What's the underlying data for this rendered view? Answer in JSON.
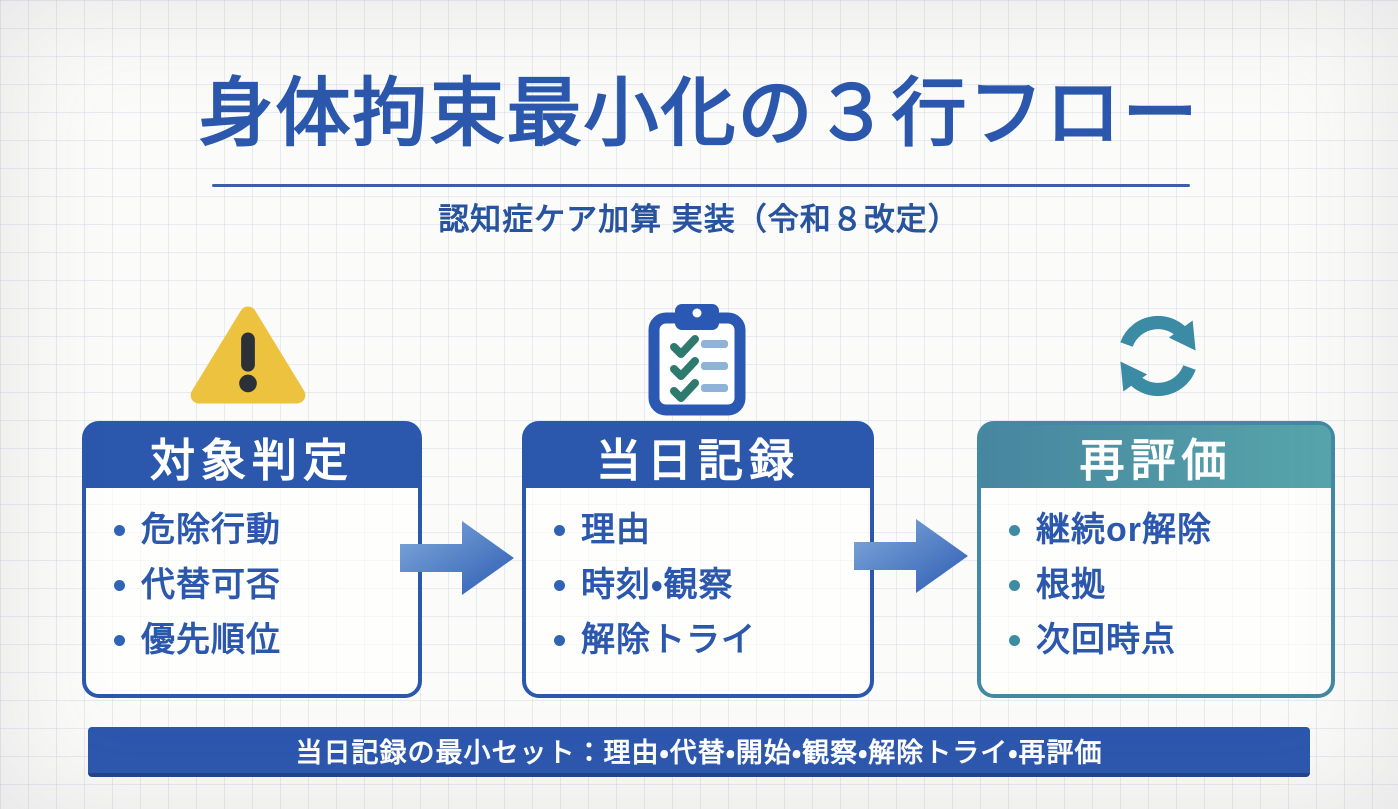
{
  "header": {
    "title": "身体拘束最小化の３行フロー",
    "subtitle": "認知症ケア加算 実装（令和８改定）"
  },
  "cards": [
    {
      "id": "target-judgement",
      "icon": "warning-triangle-icon",
      "header": "対象判定",
      "theme": "blue",
      "bullets": [
        "危除行動",
        "代替可否",
        "優先順位"
      ]
    },
    {
      "id": "same-day-record",
      "icon": "clipboard-checklist-icon",
      "header": "当日記録",
      "theme": "blue",
      "bullets": [
        "理由",
        "時刻・観察",
        "解除トライ"
      ]
    },
    {
      "id": "re-evaluation",
      "icon": "cycle-arrows-icon",
      "header": "再評価",
      "theme": "teal",
      "bullets": [
        "継続or解除",
        "根拠",
        "次回時点"
      ]
    }
  ],
  "footer": {
    "text": "当日記録の最小セット：理由・代替・開始・観察・解除トライ・再評価"
  },
  "colors": {
    "title_blue": "#2b58ad",
    "card_blue": "#2b58ad",
    "card_teal_border": "#4389a2",
    "teal_header_gradient": [
      "#47869f",
      "#57a5ab"
    ],
    "banner_blue": "#2b57ae",
    "banner_edge": "#1f4387",
    "arrow_gradient": [
      "#82abdc",
      "#2d5cb2"
    ],
    "warning_amber": "#edc23e",
    "exclamation_ink": "#2c3038",
    "check_green": "#2e7a6e",
    "checklist_line_blue": "#8fb2d8",
    "bullet_text_blue": "#2b58ad",
    "bullet_dot_teal": "#3d8ca4"
  }
}
